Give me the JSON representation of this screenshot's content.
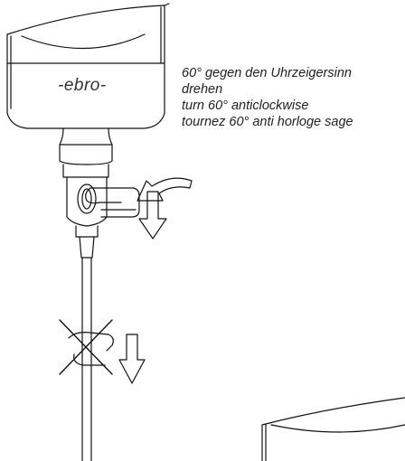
{
  "brand": {
    "logo_text": "-ebro-"
  },
  "instruction": {
    "line_de_1": "60° gegen den Uhrzeigersinn",
    "line_de_2": "drehen",
    "line_en": "turn 60° anticlockwise",
    "line_fr": "tournez 60° anti horloge sage"
  },
  "colors": {
    "stroke": "#111111",
    "background": "#ffffff"
  }
}
